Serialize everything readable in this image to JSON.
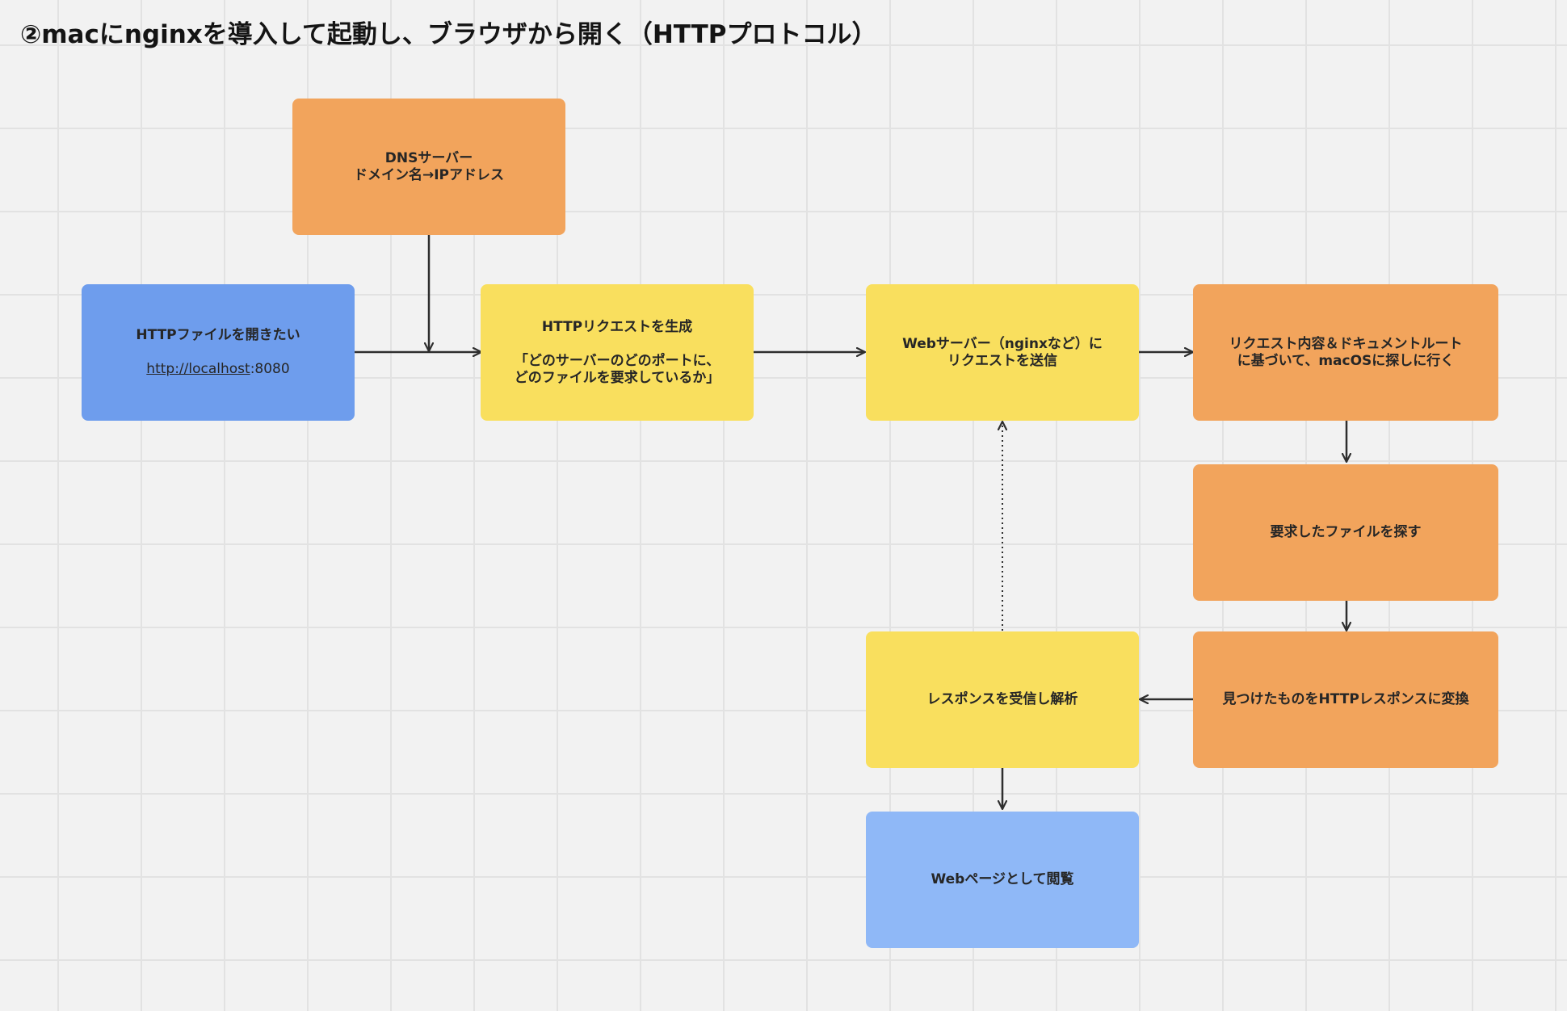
{
  "title": "②macにnginxを導入して起動し、ブラウザから開く（HTTPプロトコル）",
  "colors": {
    "orange": "#f2a45c",
    "yellow": "#f9df5e",
    "blue": "#6e9ded",
    "light_blue": "#8fb8f7",
    "connector": "#2e2e2e"
  },
  "nodes": {
    "dns": {
      "line1": "DNSサーバー",
      "line2": "ドメイン名→IPアドレス"
    },
    "open_file": {
      "line1": "HTTPファイルを開きたい",
      "url_link": "http://localhost",
      "url_port": ":8080"
    },
    "create_request": {
      "line1": "HTTPリクエストを生成",
      "line2": "「どのサーバーのどのポートに、",
      "line3": "どのファイルを要求しているか」"
    },
    "send_request": {
      "line1": "Webサーバー（nginxなど）に",
      "line2": "リクエストを送信"
    },
    "search_macos": {
      "line1": "リクエスト内容＆ドキュメントルート",
      "line2": "に基づいて、macOSに探しに行く"
    },
    "find_file": {
      "line1": "要求したファイルを探す"
    },
    "convert_response": {
      "line1": "見つけたものをHTTPレスポンスに変換"
    },
    "receive_response": {
      "line1": "レスポンスを受信し解析"
    },
    "view_page": {
      "line1": "Webページとして閲覧"
    }
  }
}
